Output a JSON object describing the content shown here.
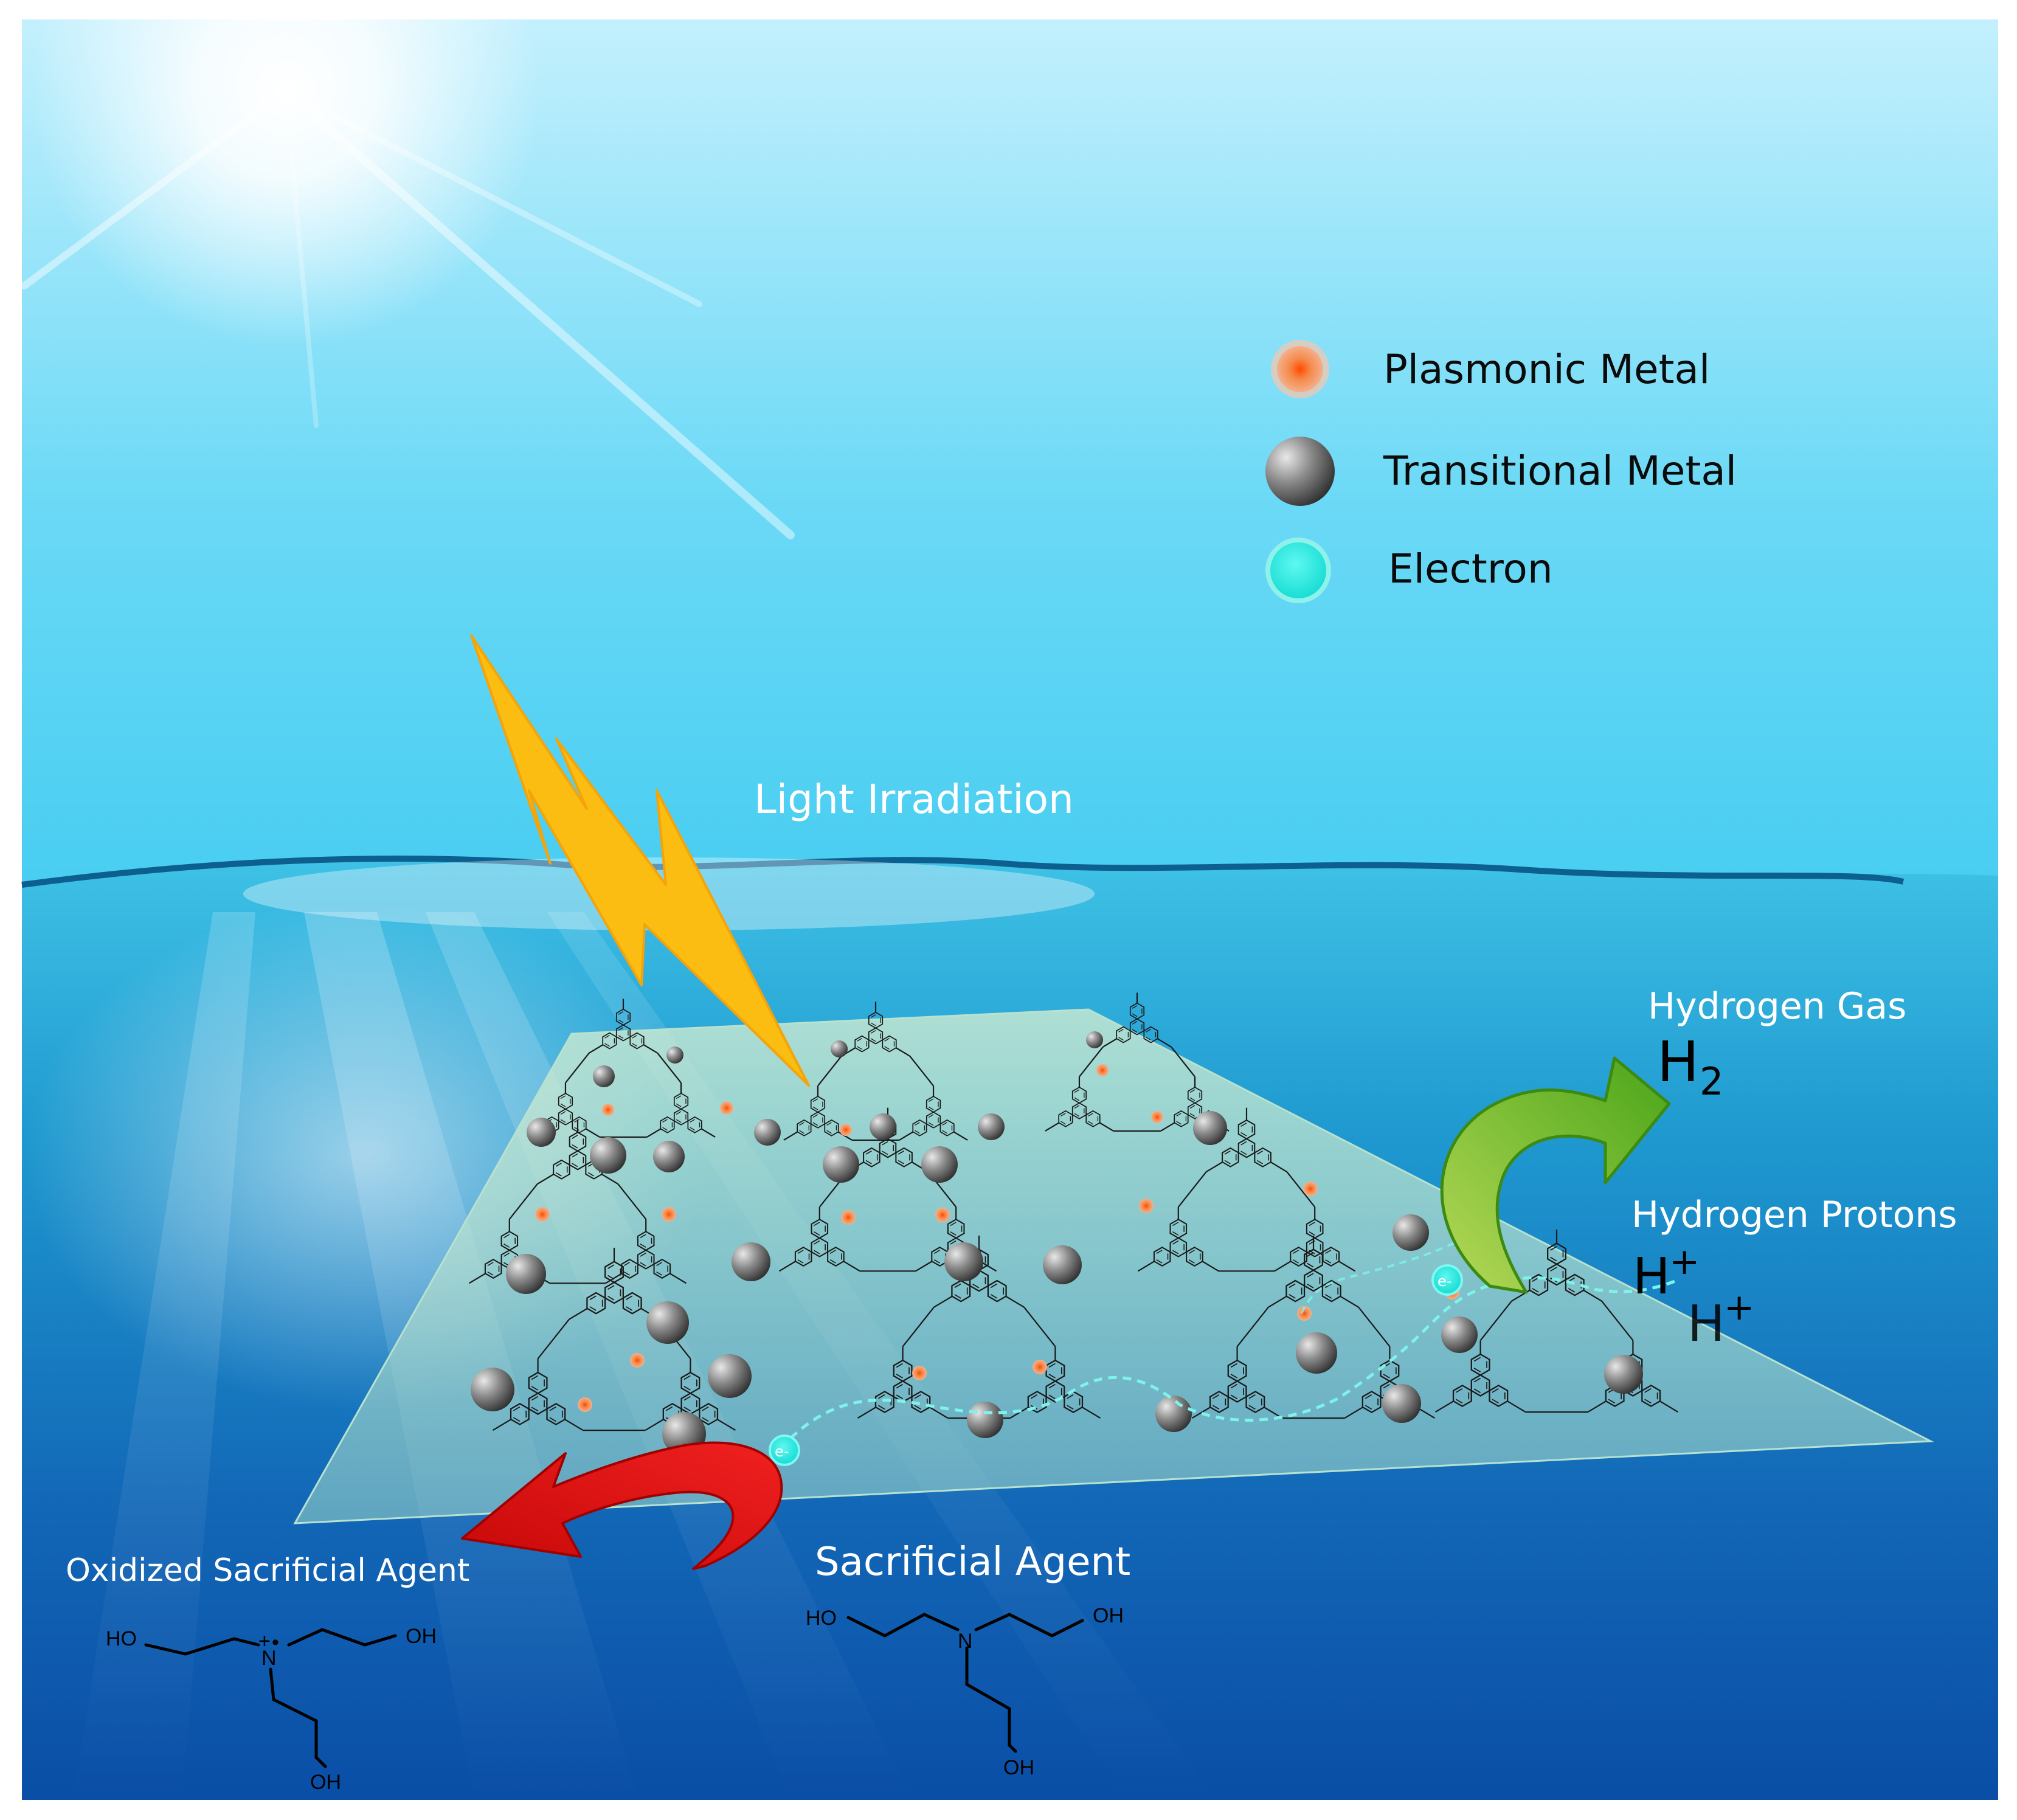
{
  "legend": {
    "plasmonic": "Plasmonic Metal",
    "transitional": "Transitional Metal",
    "electron": "Electron"
  },
  "labels": {
    "light": "Light Irradiation",
    "hydrogen_gas": "Hydrogen Gas",
    "h2_main": "H",
    "h2_sub": "2",
    "hydrogen_protons": "Hydrogen Protons",
    "proton_main": "H",
    "proton_sup": "+",
    "oxidized_agent": "Oxidized Sacrificial Agent",
    "sacrificial_agent": "Sacrificial Agent",
    "electron_symbol": "e-"
  },
  "molecules": {
    "ho": "HO",
    "oh": "OH",
    "n": "N",
    "n_plus": "+",
    "n_radical": "•"
  },
  "colors": {
    "sky_top": "#bfeefc",
    "sea_surface": "#55cfef",
    "sea_deep": "#0a4fa8",
    "lightning": "#fbbd12",
    "green_arrow": "#6fbf1a",
    "red_arrow": "#e10f0f",
    "electron": "#19e6dc",
    "plasmonic": "#f26a1b",
    "sheet": "#bfe8c8"
  }
}
